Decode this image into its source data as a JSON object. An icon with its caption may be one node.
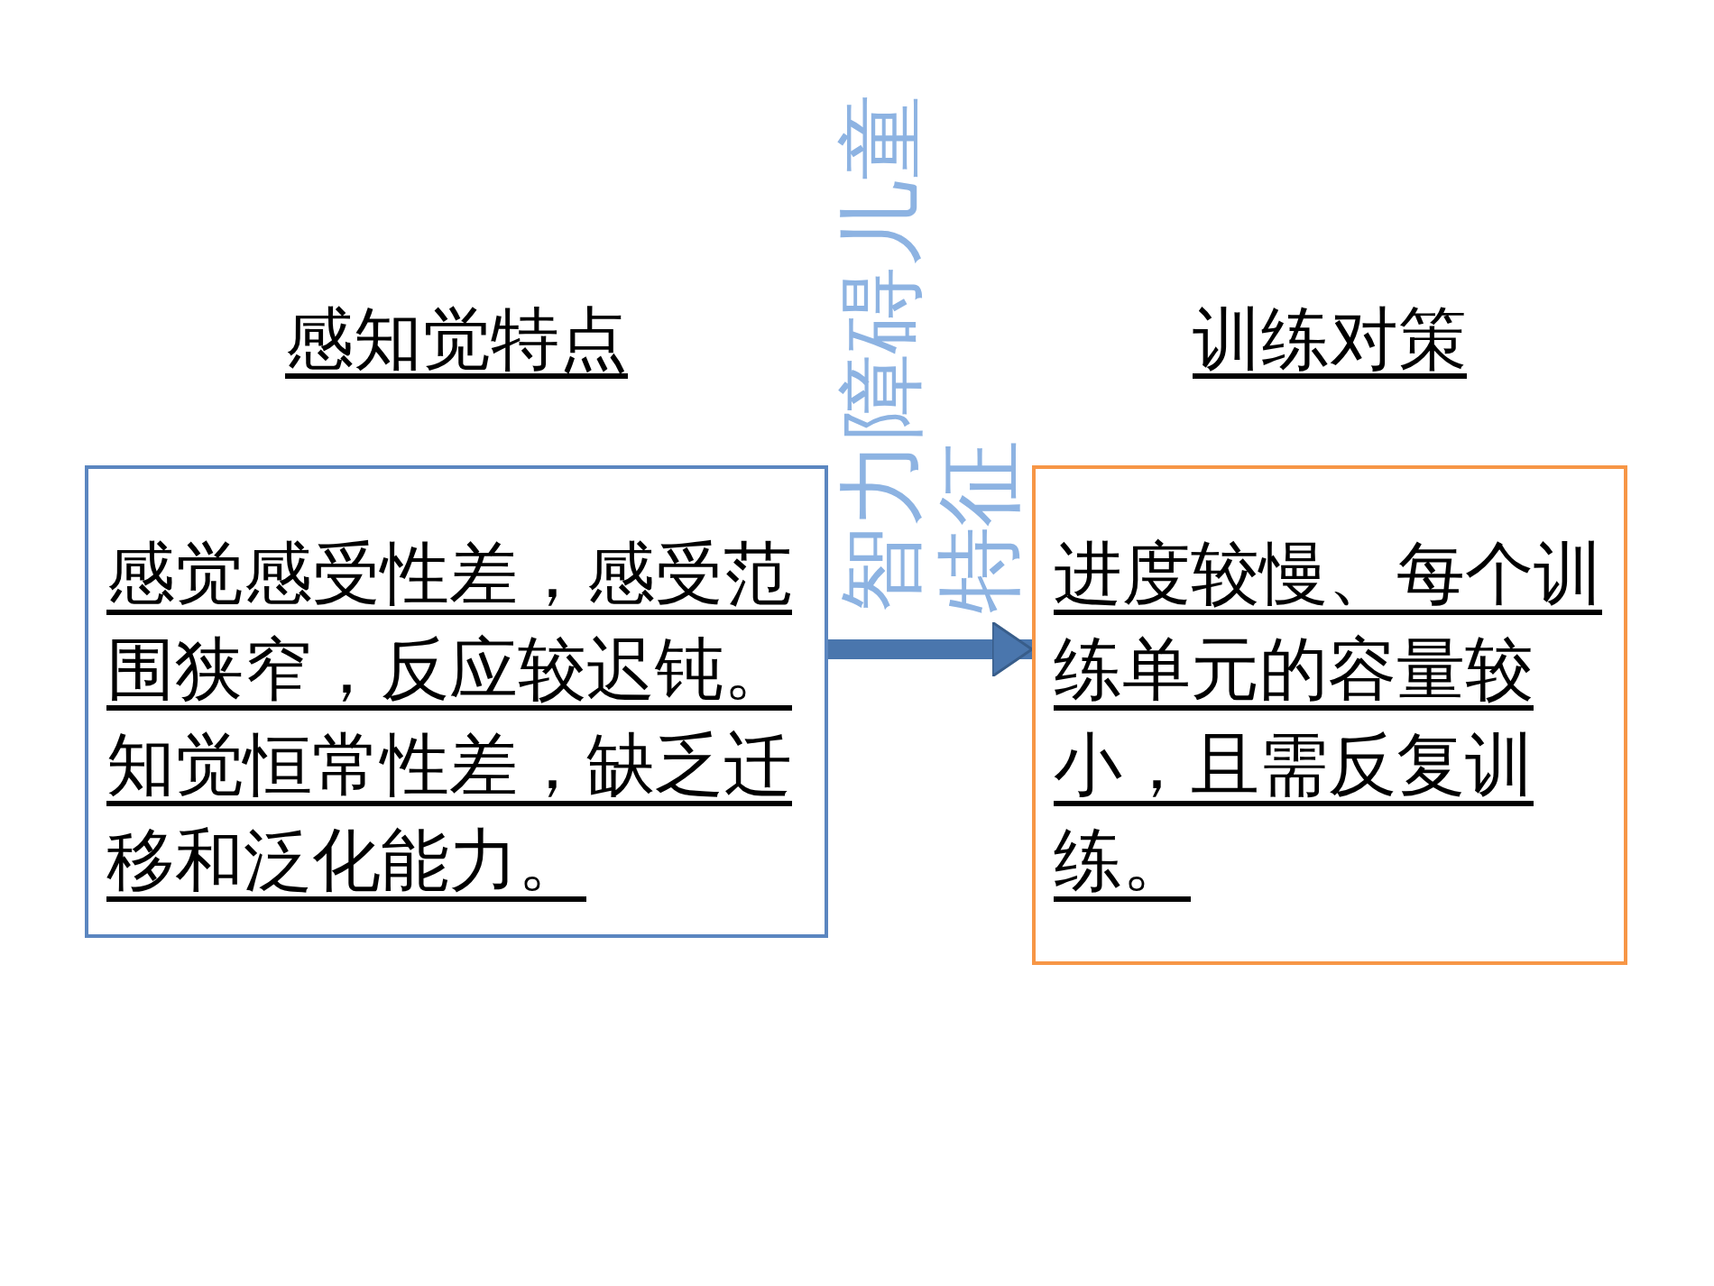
{
  "diagram": {
    "title": "智力障碍儿童特征",
    "nodes": [
      {
        "text": [
          "感知觉特点",
          "感觉感受性差，感受范围狭窄，反应较迟钝。知觉恒常性差，缺乏迁移和泛化能力。"
        ]
      },
      {
        "text": [
          "训练对策",
          "进度较慢、每个训练单元的容量较小，且需反复训练。"
        ]
      }
    ],
    "edges": [
      {
        "from": 0,
        "to": 1,
        "arrow": "to"
      }
    ]
  }
}
